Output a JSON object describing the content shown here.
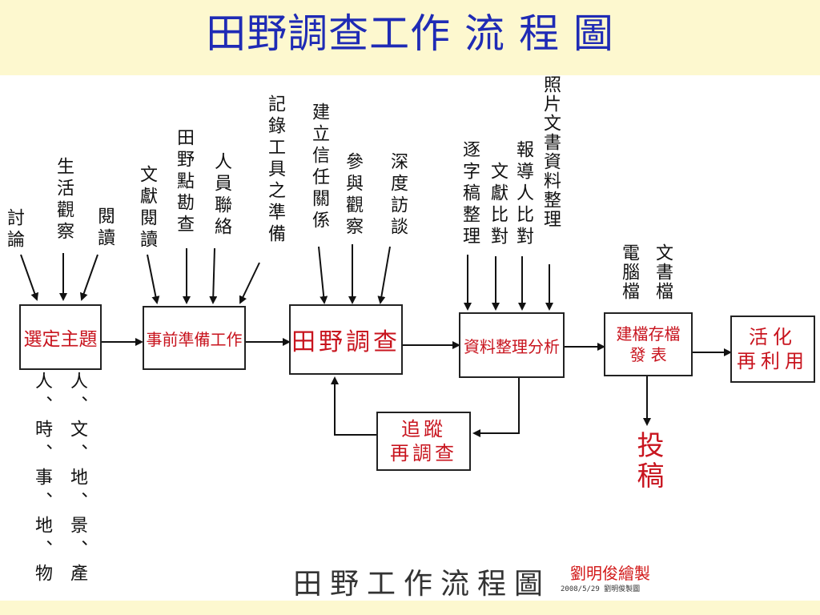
{
  "title": "田野調查工作 流 程 圖",
  "boxes": {
    "select_topic": "選定主題",
    "preparation": "事前準備工作",
    "field_survey": "田野調查",
    "data_analysis": "資料整理分析",
    "archive": "建檔存檔\n發    表",
    "reuse": "活化\n再利用",
    "followup": "追蹤\n再調查"
  },
  "inputs": {
    "discuss": "討論",
    "life_observe": "生活觀察",
    "reading": "閱讀",
    "literature": "文獻閱讀",
    "site_visit": "田野點勘查",
    "contact": "人員聯絡",
    "tools": "記錄工具之準備",
    "trust": "建立信任關係",
    "participate": "參與觀察",
    "interview": "深度訪談",
    "transcript": "逐字稿整理",
    "doc_compare": "文獻比對",
    "informant_compare": "報導人比對",
    "photo_docs": "照片文書資料整理",
    "digital_file": "電腦檔",
    "paper_file": "文書檔"
  },
  "aspects": {
    "left": "人、時、事、地、物",
    "right": "人、文、地、景、產"
  },
  "submit": "投稿",
  "footer": {
    "chart_name": "田野工作流程圖",
    "author": "劉明俊繪製",
    "date": "2008/5/29 劉明俊製圖"
  }
}
